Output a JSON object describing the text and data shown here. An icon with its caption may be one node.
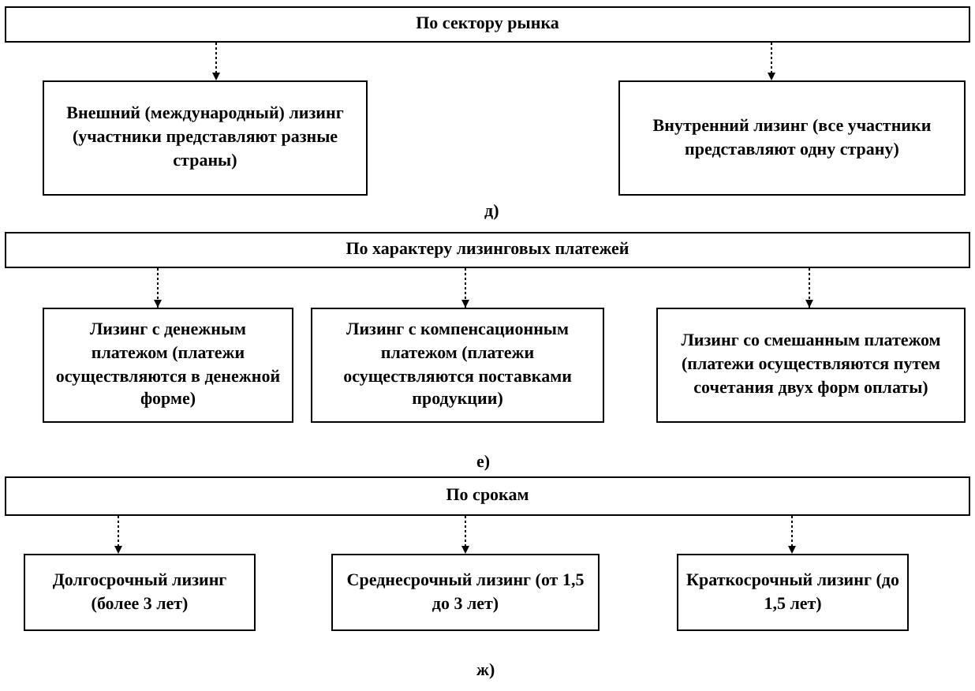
{
  "diagram": {
    "nodes": [
      {
        "text": [
          "По сектору рынка"
        ]
      },
      {
        "text": [
          "Внешний (международный) лизинг (участники представляют разные страны)"
        ]
      },
      {
        "text": [
          "Внутренний лизинг (все участники представляют одну страну)"
        ]
      },
      {
        "text": [
          "По характеру лизинговых платежей"
        ]
      },
      {
        "text": [
          "Лизинг с денежным платежом (платежи осуществляются в денежной форме)"
        ]
      },
      {
        "text": [
          "Лизинг с компенсационным платежом (платежи осуществляются поставками продукции)"
        ]
      },
      {
        "text": [
          "Лизинг со смешанным платежом (платежи осуществляются путем сочетания двух форм оплаты)"
        ]
      },
      {
        "text": [
          "По срокам"
        ]
      },
      {
        "text": [
          "Долгосрочный лизинг (более 3 лет)"
        ]
      },
      {
        "text": [
          "Среднесрочный лизинг (от 1,5 до 3 лет)"
        ]
      },
      {
        "text": [
          "Краткосрочный лизинг (до 1,5 лет)"
        ]
      }
    ],
    "edges": [
      {
        "from": 0,
        "to": 1,
        "arrow": "to",
        "style": "dashed"
      },
      {
        "from": 0,
        "to": 2,
        "arrow": "to",
        "style": "dashed"
      },
      {
        "from": 3,
        "to": 4,
        "arrow": "to",
        "style": "dashed"
      },
      {
        "from": 3,
        "to": 5,
        "arrow": "to",
        "style": "dashed"
      },
      {
        "from": 3,
        "to": 6,
        "arrow": "to",
        "style": "dashed"
      },
      {
        "from": 7,
        "to": 8,
        "arrow": "to",
        "style": "dashed"
      },
      {
        "from": 7,
        "to": 9,
        "arrow": "to",
        "style": "dashed"
      },
      {
        "from": 7,
        "to": 10,
        "arrow": "to",
        "style": "dashed"
      }
    ],
    "labels": [
      "д)",
      "е)",
      "ж)"
    ]
  }
}
